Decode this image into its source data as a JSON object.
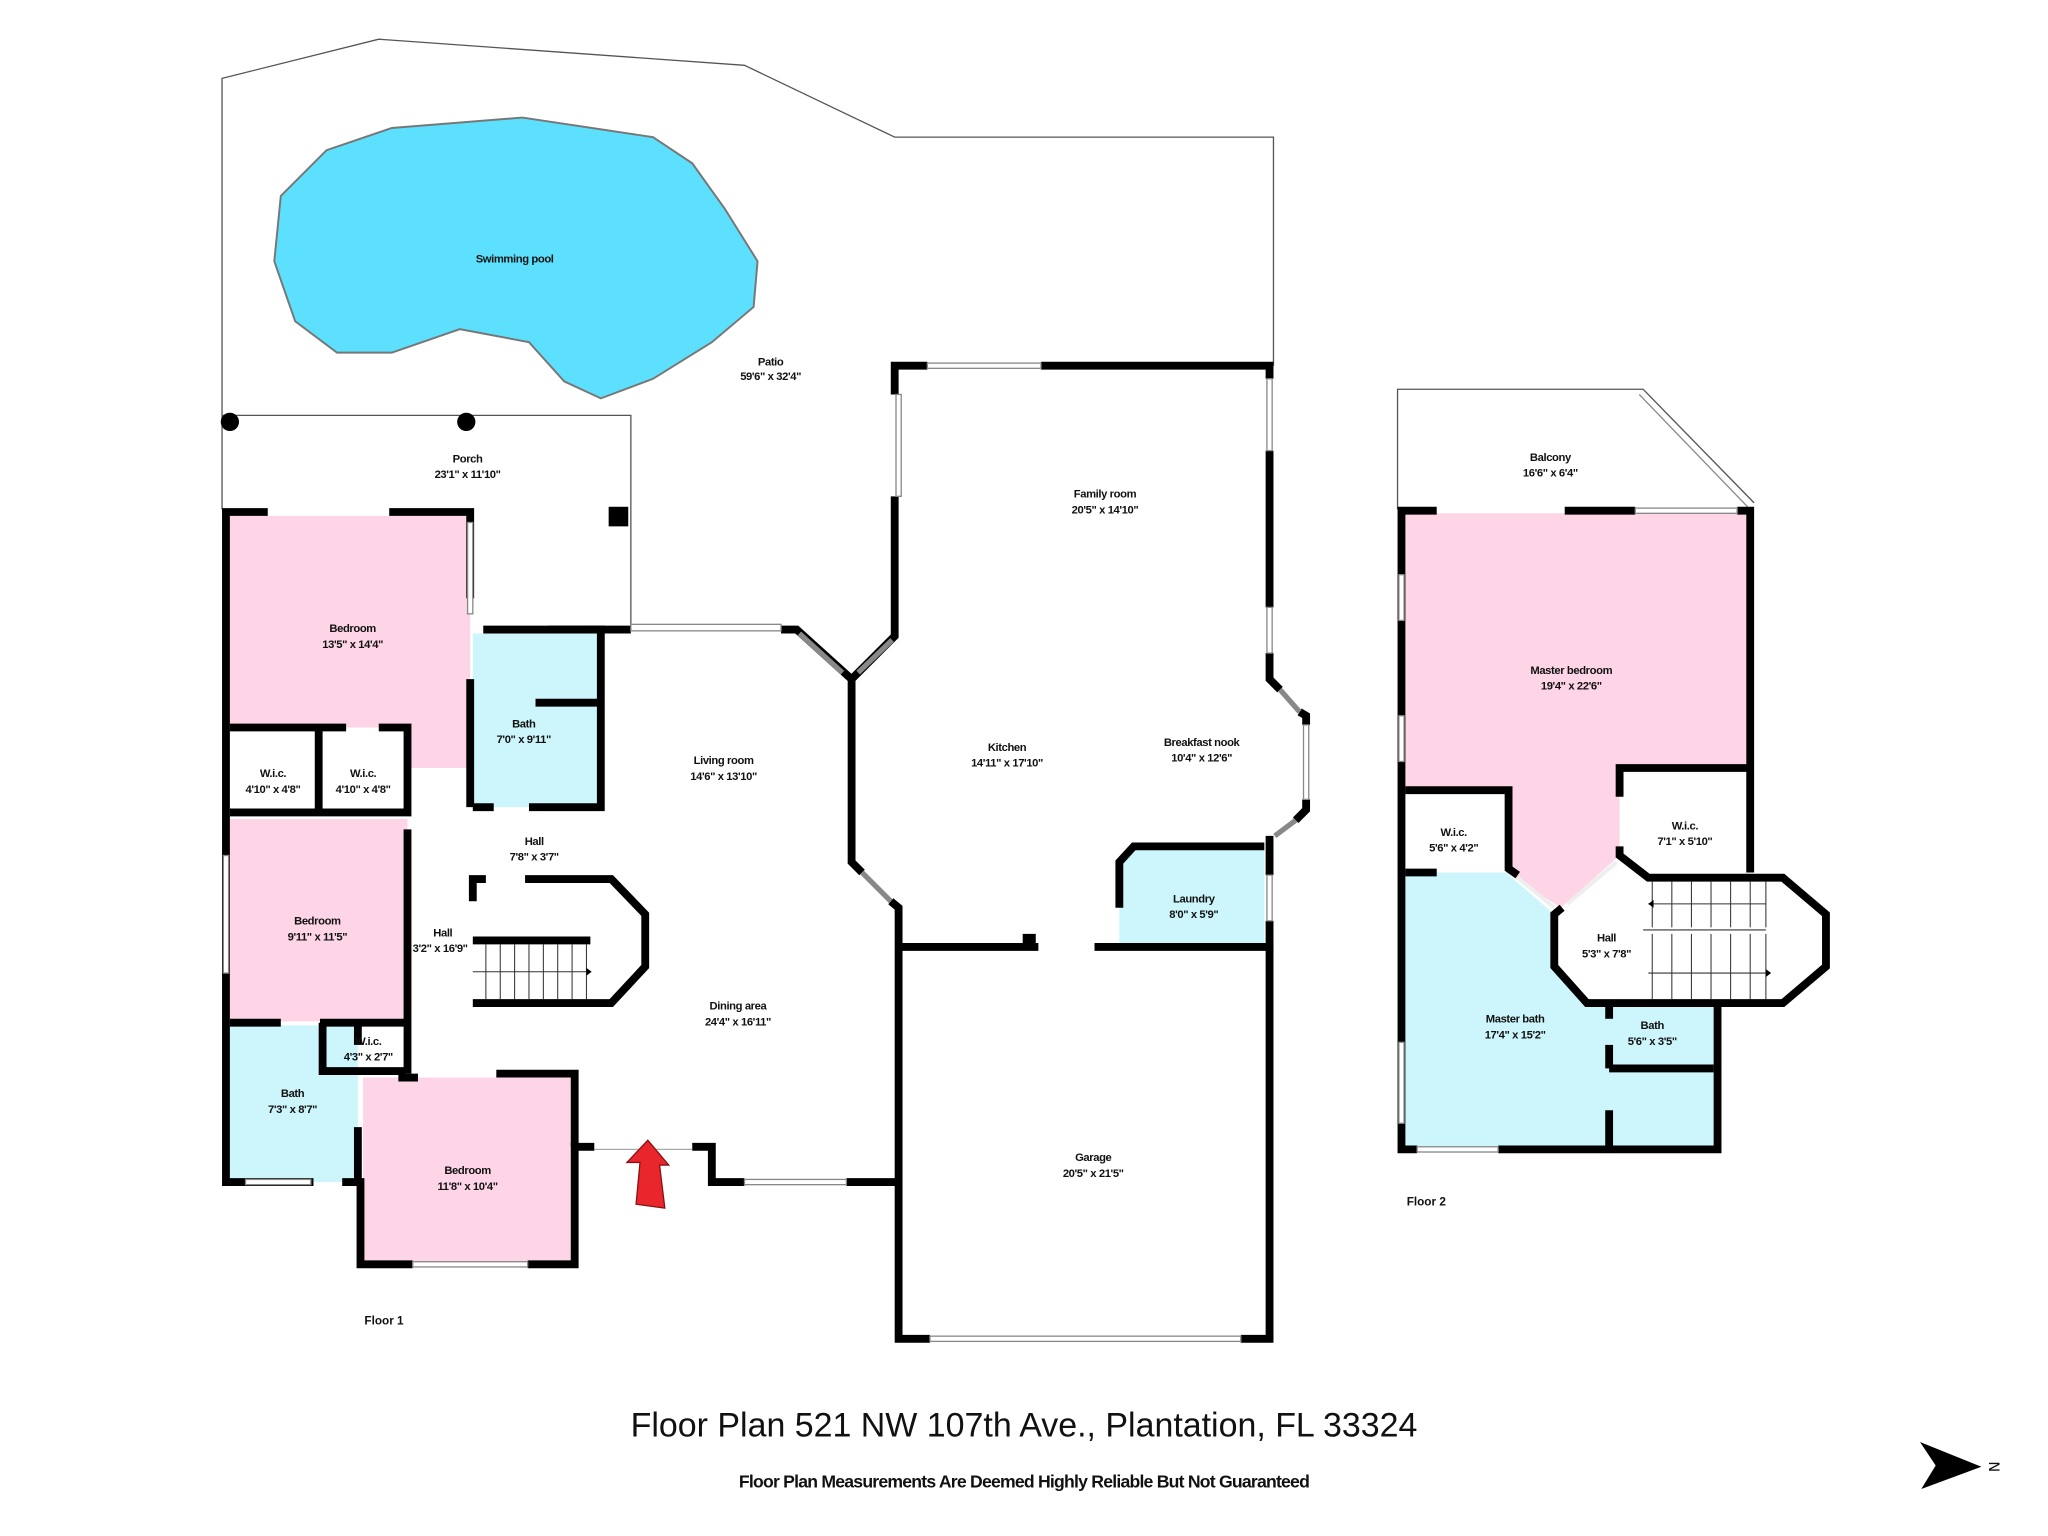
{
  "title": "Floor Plan 521 NW 107th Ave., Plantation, FL 33324",
  "disclaimer": "Floor Plan Measurements Are Deemed Highly Reliable But Not Guaranteed",
  "compass": "N",
  "colors": {
    "bedroom": "#fdd5e7",
    "bath": "#ccf6fb",
    "pool": "#5ce0fd",
    "entry_arrow": "#e8262c"
  },
  "floor1": {
    "label": "Floor 1",
    "rooms": [
      {
        "name": "Swimming pool",
        "dim": ""
      },
      {
        "name": "Patio",
        "dim": "59'6\" x 32'4\""
      },
      {
        "name": "Porch",
        "dim": "23'1\" x 11'10\""
      },
      {
        "name": "Bedroom",
        "dim": "13'5\" x 14'4\""
      },
      {
        "name": "Bath",
        "dim": "7'0\" x 9'11\""
      },
      {
        "name": "W.i.c.",
        "dim": "4'10\" x 4'8\""
      },
      {
        "name": "W.i.c.",
        "dim": "4'10\" x 4'8\""
      },
      {
        "name": "Living room",
        "dim": "14'6\" x 13'10\""
      },
      {
        "name": "Hall",
        "dim": "7'8\" x 3'7\""
      },
      {
        "name": "Bedroom",
        "dim": "9'11\" x 11'5\""
      },
      {
        "name": "Hall",
        "dim": "3'2\" x 16'9\""
      },
      {
        "name": "Dining area",
        "dim": "24'4\" x 16'11\""
      },
      {
        "name": "W.i.c.",
        "dim": "4'3\" x 2'7\""
      },
      {
        "name": "Bath",
        "dim": "7'3\" x 8'7\""
      },
      {
        "name": "Bedroom",
        "dim": "11'8\" x 10'4\""
      },
      {
        "name": "Family room",
        "dim": "20'5\" x 14'10\""
      },
      {
        "name": "Kitchen",
        "dim": "14'11\" x 17'10\""
      },
      {
        "name": "Breakfast nook",
        "dim": "10'4\" x 12'6\""
      },
      {
        "name": "Laundry",
        "dim": "8'0\" x 5'9\""
      },
      {
        "name": "Garage",
        "dim": "20'5\" x 21'5\""
      }
    ]
  },
  "floor2": {
    "label": "Floor 2",
    "rooms": [
      {
        "name": "Balcony",
        "dim": "16'6\" x 6'4\""
      },
      {
        "name": "Master bedroom",
        "dim": "19'4\" x 22'6\""
      },
      {
        "name": "W.i.c.",
        "dim": "5'6\" x 4'2\""
      },
      {
        "name": "W.i.c.",
        "dim": "7'1\" x 5'10\""
      },
      {
        "name": "Hall",
        "dim": "5'3\" x 7'8\""
      },
      {
        "name": "Master bath",
        "dim": "17'4\" x 15'2\""
      },
      {
        "name": "Bath",
        "dim": "5'6\" x 3'5\""
      }
    ]
  }
}
